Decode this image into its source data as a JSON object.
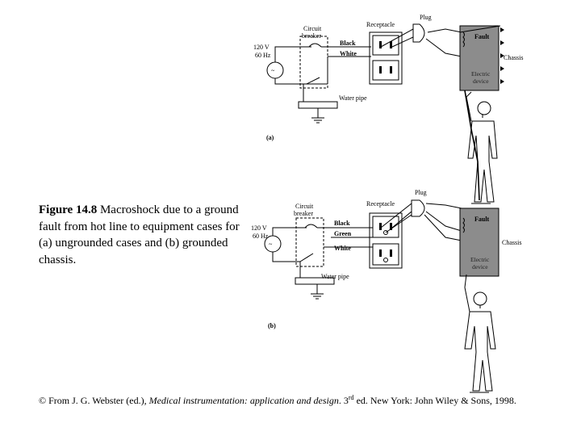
{
  "caption": {
    "figure_label": "Figure 14.8",
    "text": " Macroshock due to a ground fault from hot line to equipment cases for (a) ungrounded cases and (b) grounded chassis."
  },
  "credit": {
    "prefix": "© From J. G. Webster (ed.), ",
    "book_title": "Medical instrumentation: application and design",
    "edition_pre": ". 3",
    "edition_sup": "rd",
    "suffix": " ed. New York: John Wiley & Sons, 1998."
  },
  "diagrams": [
    {
      "panel": "(a)",
      "voltage": "120 V",
      "frequency": "60 Hz",
      "breaker_line1": "Circuit",
      "breaker_line2": "breaker",
      "black": "Black",
      "white": "White",
      "receptacle": "Receptacle",
      "plug": "Plug",
      "water_pipe": "Water pipe",
      "fault": "Fault",
      "chassis": "Chassis",
      "device_line1": "Electric",
      "device_line2": "device"
    },
    {
      "panel": "(b)",
      "voltage": "120 V",
      "frequency": "60 Hz",
      "breaker_line1": "Circuit",
      "breaker_line2": "breaker",
      "black": "Black",
      "green": "Green",
      "white": "White",
      "receptacle": "Receptacle",
      "plug": "Plug",
      "water_pipe": "Water pipe",
      "fault": "Fault",
      "chassis": "Chassis",
      "device_line1": "Electric",
      "device_line2": "device"
    }
  ]
}
